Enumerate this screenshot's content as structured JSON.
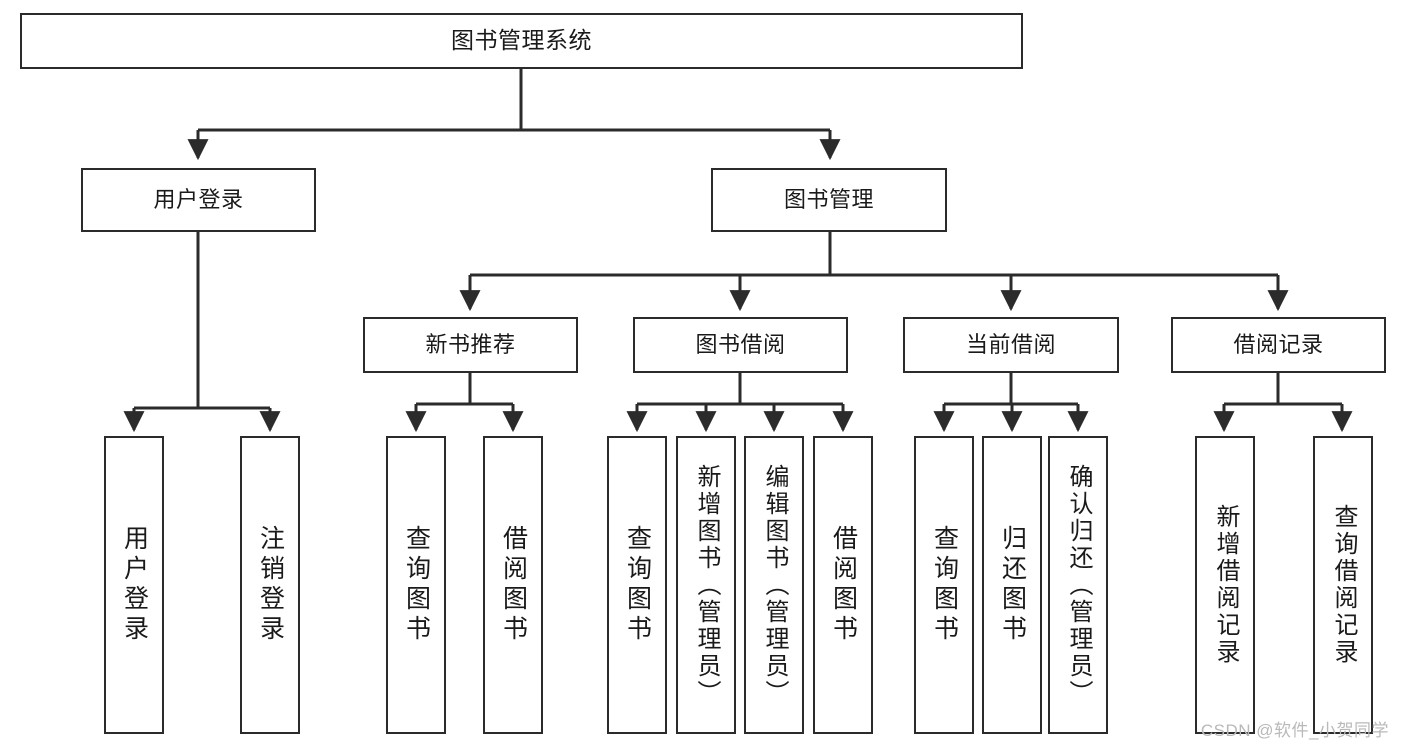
{
  "diagram": {
    "title": "图书管理系统",
    "watermark": "CSDN @软件_小贺同学",
    "stroke_color": "#2b2b2b",
    "background_color": "#ffffff",
    "nodes": {
      "root": {
        "label": "图书管理系统"
      },
      "level2": [
        {
          "label": "用户登录"
        },
        {
          "label": "图书管理"
        }
      ],
      "level3": [
        {
          "label": "新书推荐"
        },
        {
          "label": "图书借阅"
        },
        {
          "label": "当前借阅"
        },
        {
          "label": "借阅记录"
        }
      ],
      "leaves": {
        "user_login": [
          {
            "label": "用户登录"
          },
          {
            "label": "注销登录"
          }
        ],
        "new_book": [
          {
            "label": "查询图书"
          },
          {
            "label": "借阅图书"
          }
        ],
        "borrow_book": [
          {
            "label": "查询图书"
          },
          {
            "label": "新增图书（管理员）"
          },
          {
            "label": "编辑图书（管理员）"
          },
          {
            "label": "借阅图书"
          }
        ],
        "current_borrow": [
          {
            "label": "查询图书"
          },
          {
            "label": "归还图书"
          },
          {
            "label": "确认归还（管理员）"
          }
        ],
        "borrow_record": [
          {
            "label": "新增借阅记录"
          },
          {
            "label": "查询借阅记录"
          }
        ]
      }
    }
  }
}
